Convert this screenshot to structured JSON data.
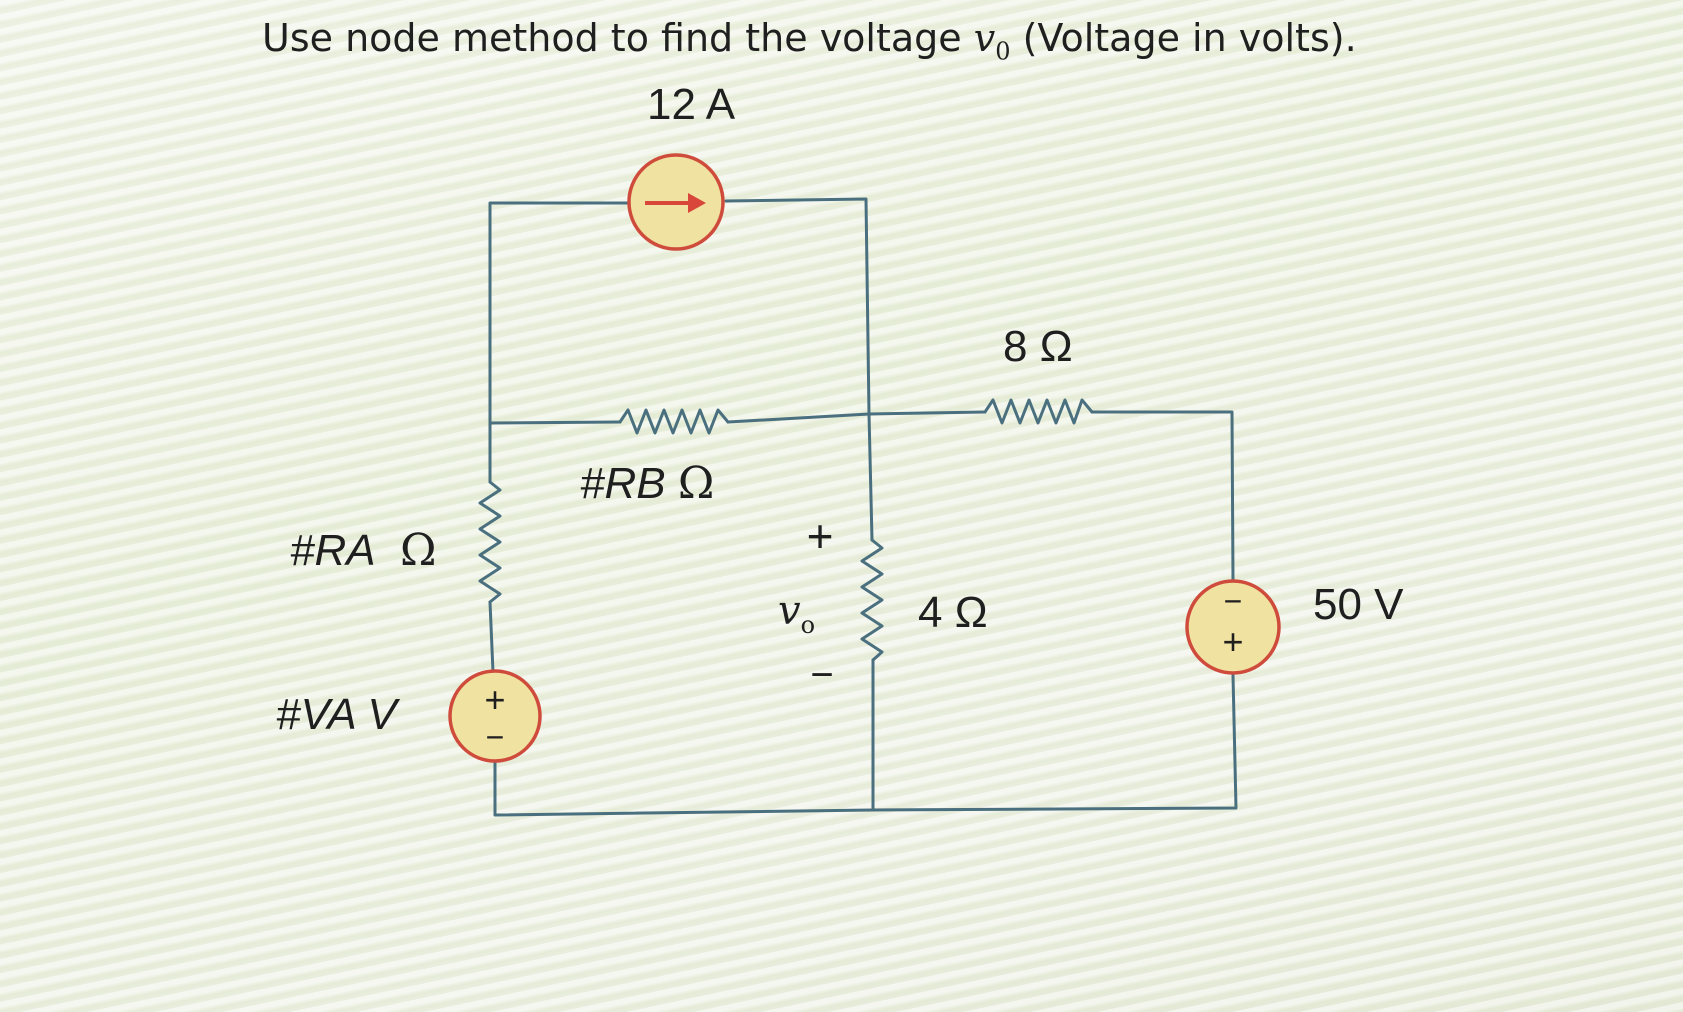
{
  "title": {
    "prefix": "Use node method to find the voltage ",
    "var": "v",
    "var_sub": "0",
    "suffix": " (Voltage in volts)."
  },
  "labels": {
    "current_source": "12 A",
    "r8": "8 Ω",
    "rb_name": "#RB",
    "rb_unit": "Ω",
    "ra_name": "#RA",
    "ra_unit": "Ω",
    "r4": "4 Ω",
    "va_name": "#VA V",
    "v50": "50 V",
    "vo_plus": "+",
    "vo_var": "v",
    "vo_sub": "o",
    "vo_minus": "−",
    "src_plus": "+",
    "src_minus": "−"
  },
  "colors": {
    "wire": "#4a6f7e",
    "source_ring": "#cf4c3c",
    "source_fill": "#f0e3a2",
    "arrow": "#d8473a",
    "text": "#1f1f1f"
  }
}
